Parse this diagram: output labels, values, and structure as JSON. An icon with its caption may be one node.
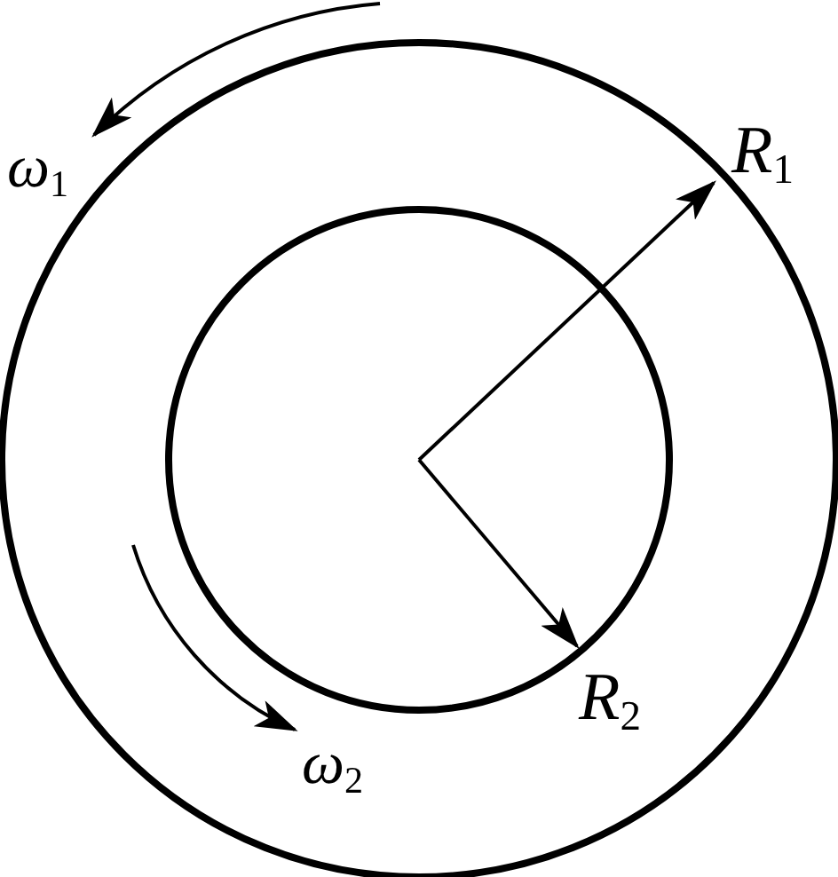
{
  "diagram": {
    "labels": [
      "R$_{1}$",
      "ω$_{1}$",
      "R$_{2}$",
      "ω$_{2}$"
    ]
  }
}
